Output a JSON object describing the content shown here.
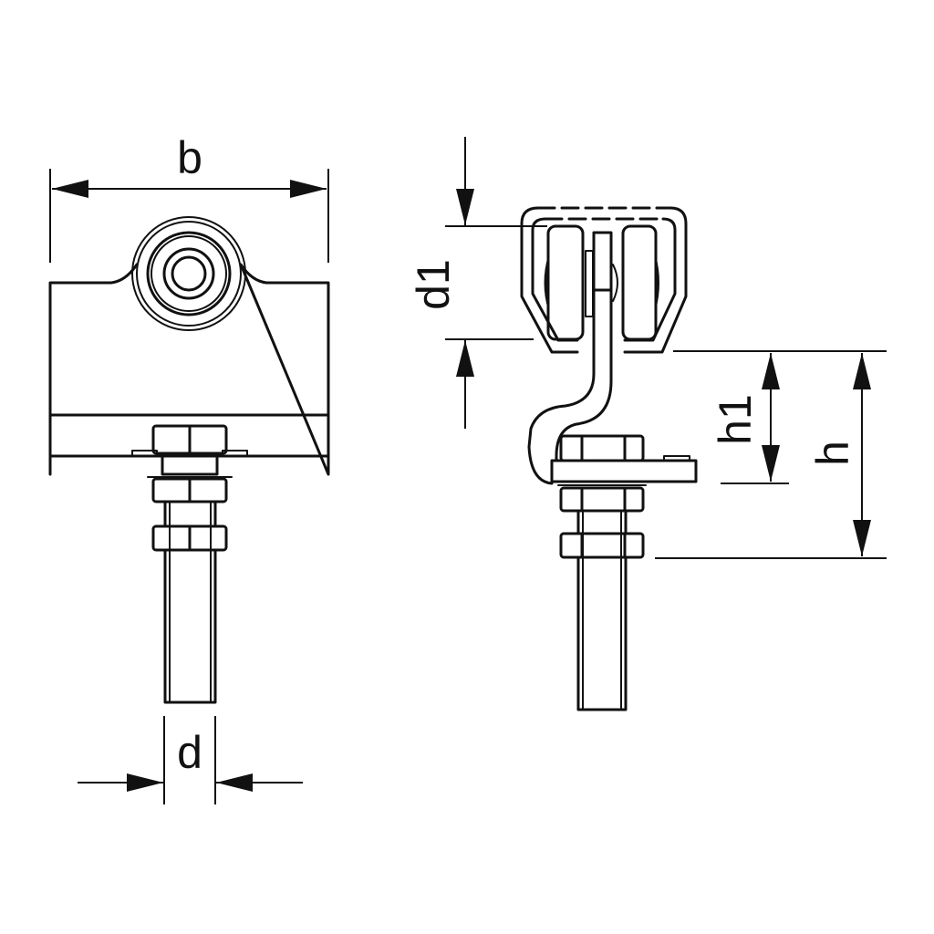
{
  "labels": {
    "b": "b",
    "d": "d",
    "d1": "d1",
    "h1": "h1",
    "h": "h"
  },
  "colors": {
    "line": "#111111",
    "background": "#ffffff"
  }
}
